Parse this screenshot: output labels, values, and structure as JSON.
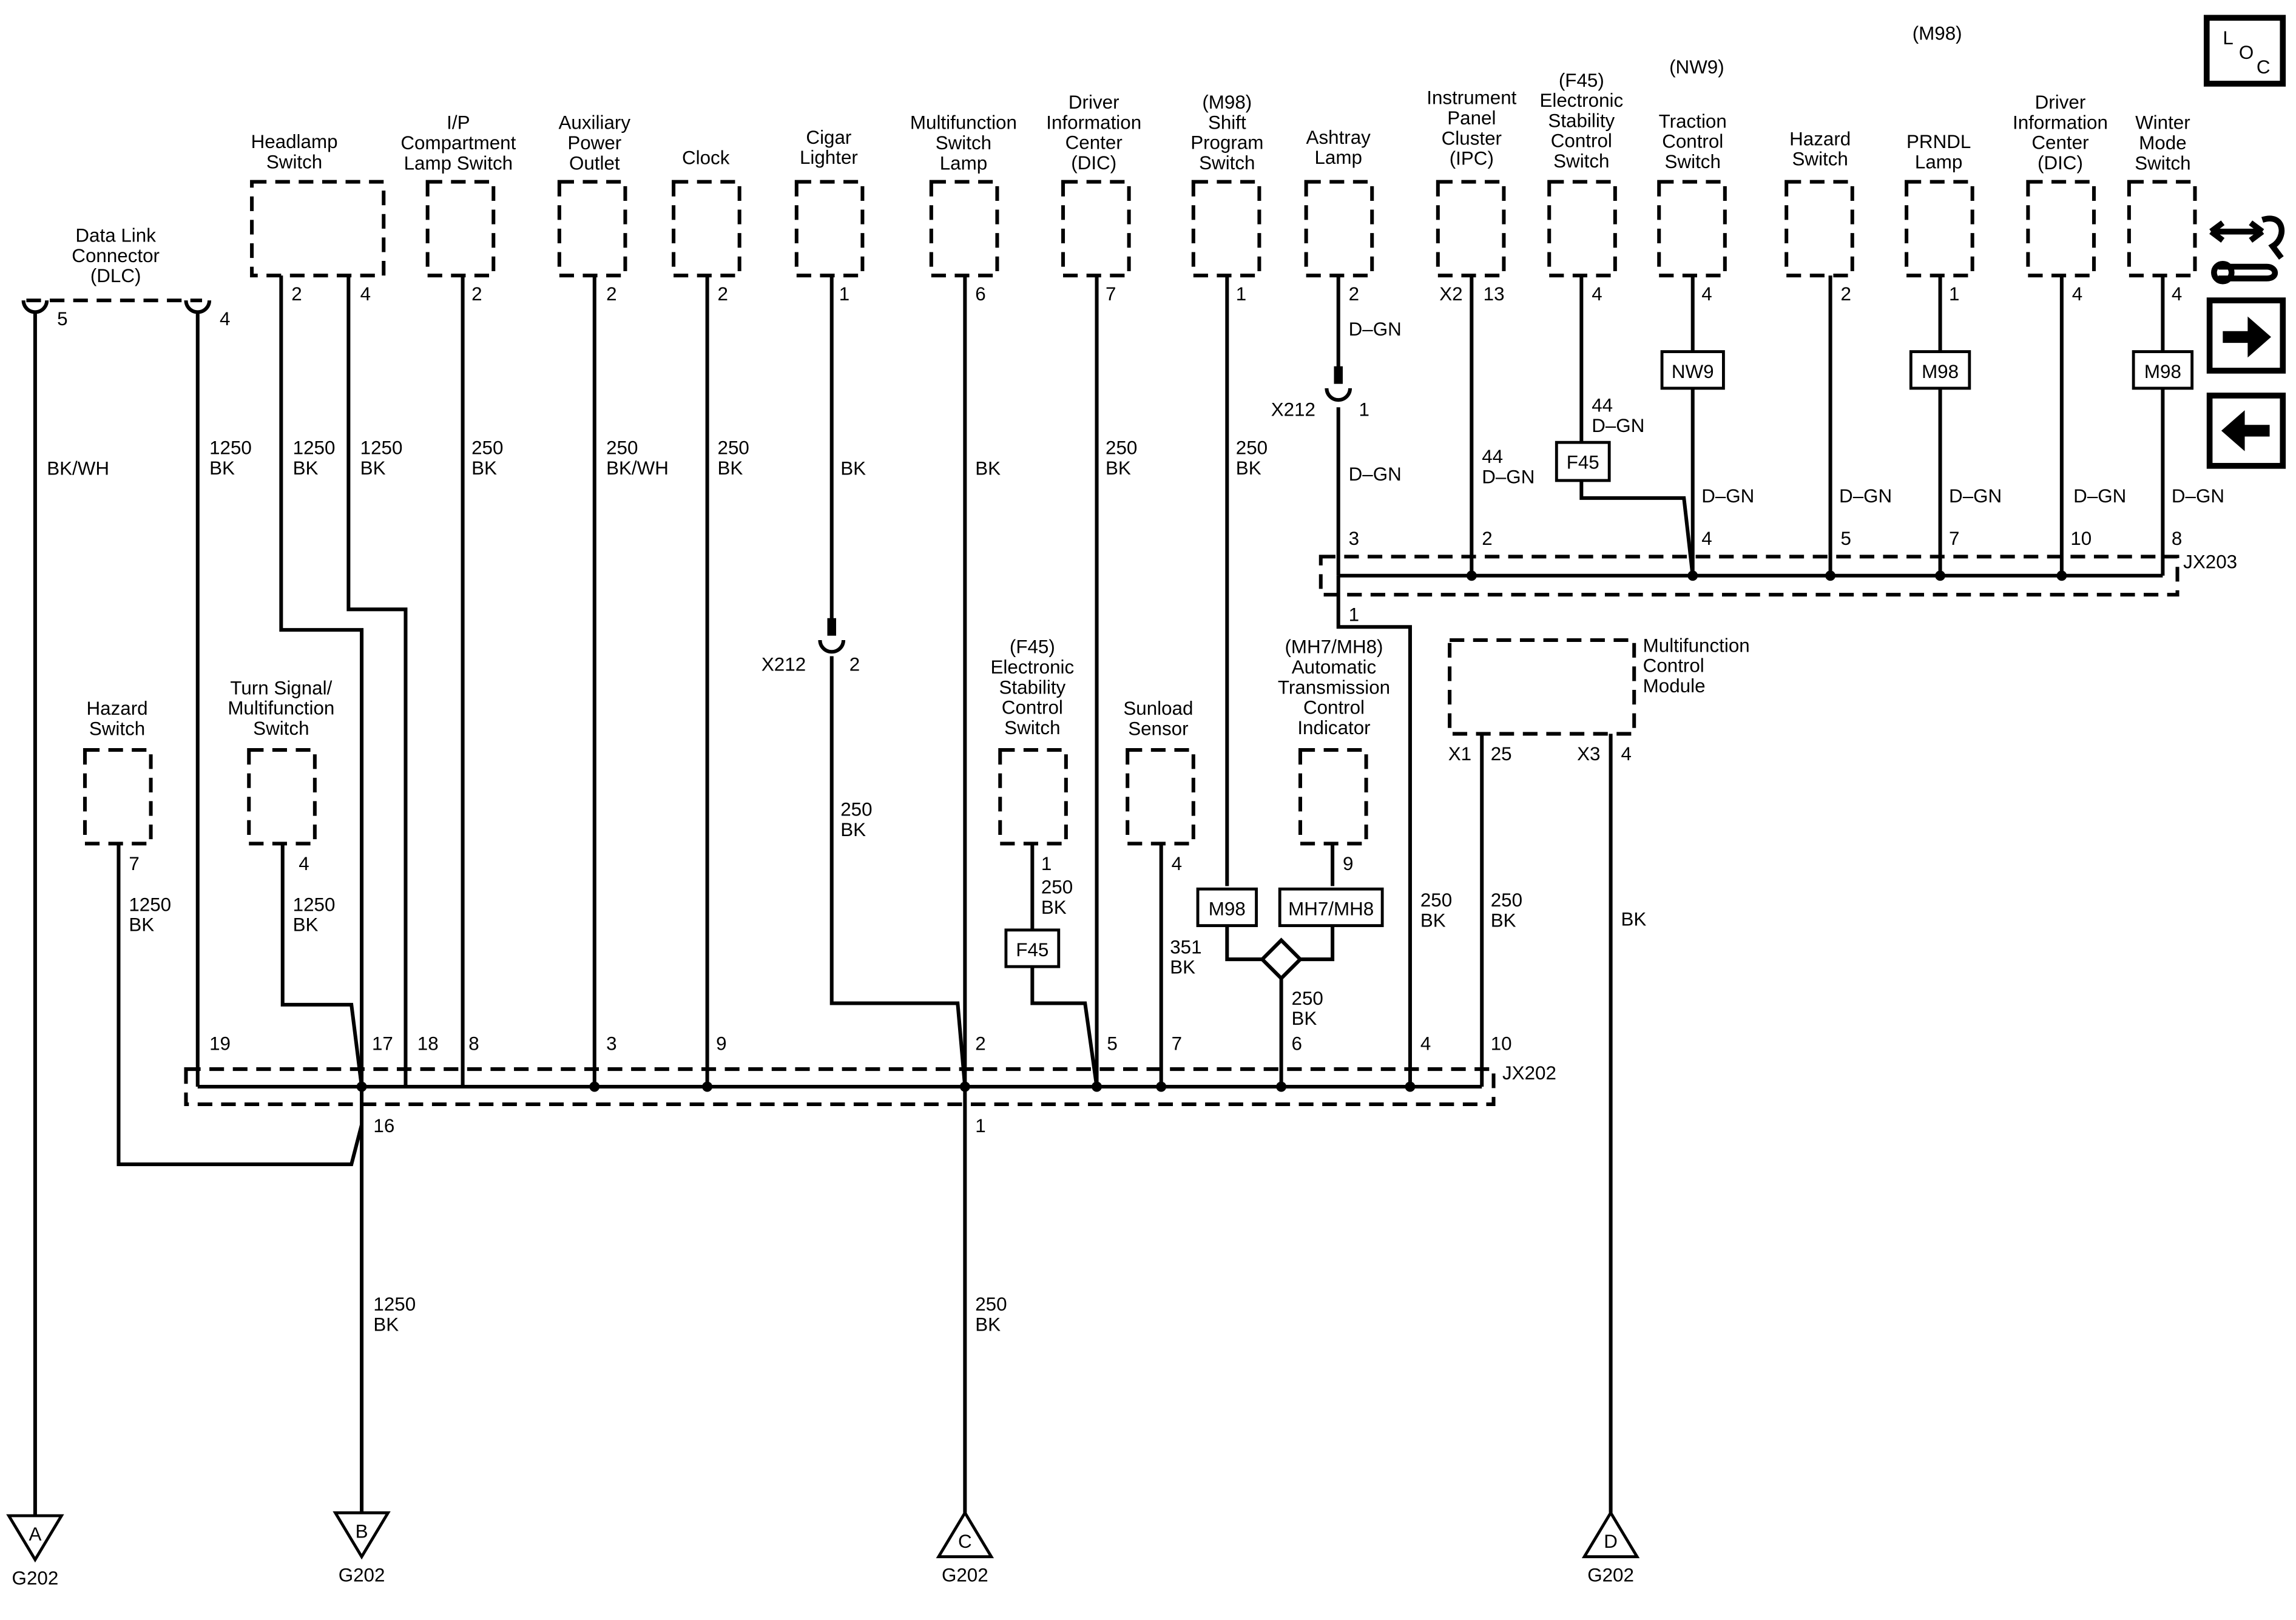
{
  "corner_labels": {
    "rpo_m98": "(M98)",
    "rpo_nw9": "(NW9)"
  },
  "loc_box": {
    "l": "L",
    "o": "O",
    "c": "C"
  },
  "components_top": {
    "headlamp_switch": [
      "Headlamp",
      "Switch"
    ],
    "ip_compartment_lamp_switch": [
      "I/P",
      "Compartment",
      "Lamp Switch"
    ],
    "auxiliary_power_outlet": [
      "Auxiliary",
      "Power",
      "Outlet"
    ],
    "clock": [
      "Clock"
    ],
    "cigar_lighter": [
      "Cigar",
      "Lighter"
    ],
    "multifunction_switch_lamp": [
      "Multifunction",
      "Switch",
      "Lamp"
    ],
    "dic_top_left": [
      "Driver",
      "Information",
      "Center",
      "(DIC)"
    ],
    "shift_program_switch": [
      "(M98)",
      "Shift",
      "Program",
      "Switch"
    ],
    "ashtray_lamp": [
      "Ashtray",
      "Lamp"
    ],
    "instrument_panel_cluster": [
      "Instrument",
      "Panel",
      "Cluster",
      "(IPC)"
    ],
    "esc_switch_top": [
      "(F45)",
      "Electronic",
      "Stability",
      "Control",
      "Switch"
    ],
    "traction_control_switch": [
      "Traction",
      "Control",
      "Switch"
    ],
    "hazard_switch_top": [
      "Hazard",
      "Switch"
    ],
    "prndl_lamp": [
      "PRNDL",
      "Lamp"
    ],
    "dic_top_right": [
      "Driver",
      "Information",
      "Center",
      "(DIC)"
    ],
    "winter_mode_switch": [
      "Winter",
      "Mode",
      "Switch"
    ],
    "data_link_connector": [
      "Data Link",
      "Connector",
      "(DLC)"
    ]
  },
  "components_mid": {
    "hazard_switch": [
      "Hazard",
      "Switch"
    ],
    "turn_signal_switch": [
      "Turn Signal/",
      "Multifunction",
      "Switch"
    ],
    "esc_switch_mid": [
      "(F45)",
      "Electronic",
      "Stability",
      "Control",
      "Switch"
    ],
    "sunload_sensor": [
      "Sunload",
      "Sensor"
    ],
    "atci": [
      "(MH7/MH8)",
      "Automatic",
      "Transmission",
      "Control",
      "Indicator"
    ],
    "multifunction_control_module": [
      "Multifunction",
      "Control",
      "Module"
    ]
  },
  "pins": {
    "dlc_5": "5",
    "dlc_4": "4",
    "headlamp_2": "2",
    "headlamp_4": "4",
    "ipc_lamp_2": "2",
    "aux_2": "2",
    "clock_2": "2",
    "cigar_1": "1",
    "mfs_lamp_6": "6",
    "dic_l_7": "7",
    "shift_1": "1",
    "ashtray_2": "2",
    "ipc_x2": "X2",
    "ipc_13": "13",
    "esc_top_4": "4",
    "tcs_4": "4",
    "hazard_top_2": "2",
    "prndl_1": "1",
    "dic_r_4": "4",
    "winter_4": "4",
    "hazard_7": "7",
    "turn_4": "4",
    "esc_mid_1": "1",
    "sunload_4": "4",
    "atci_9": "9",
    "mcm_x1": "X1",
    "mcm_25": "25",
    "mcm_x3": "X3",
    "mcm_4": "4",
    "x212_top_1": "1",
    "x212_mid_2": "2",
    "jx203_3": "3",
    "jx203_2": "2",
    "jx203_4": "4",
    "jx203_5": "5",
    "jx203_7": "7",
    "jx203_10": "10",
    "jx203_8": "8",
    "jx203_1": "1",
    "jx202_19": "19",
    "jx202_17": "17",
    "jx202_18": "18",
    "jx202_8": "8",
    "jx202_3": "3",
    "jx202_9": "9",
    "jx202_2": "2",
    "jx202_5": "5",
    "jx202_7": "7",
    "jx202_6": "6",
    "jx202_4": "4",
    "jx202_10": "10",
    "jx202_16": "16",
    "jx202_1": "1"
  },
  "connectors": {
    "x212_top": "X212",
    "x212_mid": "X212",
    "jx203": "JX203",
    "jx202": "JX202"
  },
  "wires": {
    "dlc5": [
      "BK/WH"
    ],
    "dlc4": [
      "1250",
      "BK"
    ],
    "head2": [
      "1250",
      "BK"
    ],
    "head4": [
      "1250",
      "BK"
    ],
    "ipclamp": [
      "250",
      "BK"
    ],
    "aux": [
      "250",
      "BK/WH"
    ],
    "clock": [
      "250",
      "BK"
    ],
    "cigar_up": [
      "BK"
    ],
    "cigar_low": [
      "250",
      "BK"
    ],
    "mfs": [
      "BK"
    ],
    "dic_l": [
      "250",
      "BK"
    ],
    "shift": [
      "250",
      "BK"
    ],
    "ash_up": [
      "D–GN"
    ],
    "ash_low": [
      "D–GN"
    ],
    "ipc": [
      "44",
      "D–GN"
    ],
    "esc_top": [
      "44",
      "D–GN"
    ],
    "tcs": [
      "D–GN"
    ],
    "hazard_top": [
      "D–GN"
    ],
    "prndl": [
      "D–GN"
    ],
    "dic_r": [
      "D–GN"
    ],
    "winter": [
      "D–GN"
    ],
    "hazard": [
      "1250",
      "BK"
    ],
    "turn": [
      "1250",
      "BK"
    ],
    "esc_mid": [
      "250",
      "BK"
    ],
    "sunload": [
      "351",
      "BK"
    ],
    "atci": [
      "250",
      "BK"
    ],
    "jx203_out": [
      "250",
      "BK"
    ],
    "mcm25": [
      "250",
      "BK"
    ],
    "mcm4": [
      "BK"
    ],
    "g202_b": [
      "1250",
      "BK"
    ],
    "g202_c": [
      "250",
      "BK"
    ]
  },
  "option_tags": {
    "nw9": "NW9",
    "m98_prndl": "M98",
    "m98_winter": "M98",
    "f45_top": "F45",
    "f45_mid": "F45",
    "m98_shift": "M98",
    "mh7": "MH7/MH8"
  },
  "grounds": {
    "a": {
      "letter": "A",
      "label": "G202"
    },
    "b": {
      "letter": "B",
      "label": "G202"
    },
    "c": {
      "letter": "C",
      "label": "G202"
    },
    "d": {
      "letter": "D",
      "label": "G202"
    }
  },
  "nav_icons": [
    "connector-info-icon",
    "next-page-arrow-icon",
    "previous-page-arrow-icon"
  ]
}
